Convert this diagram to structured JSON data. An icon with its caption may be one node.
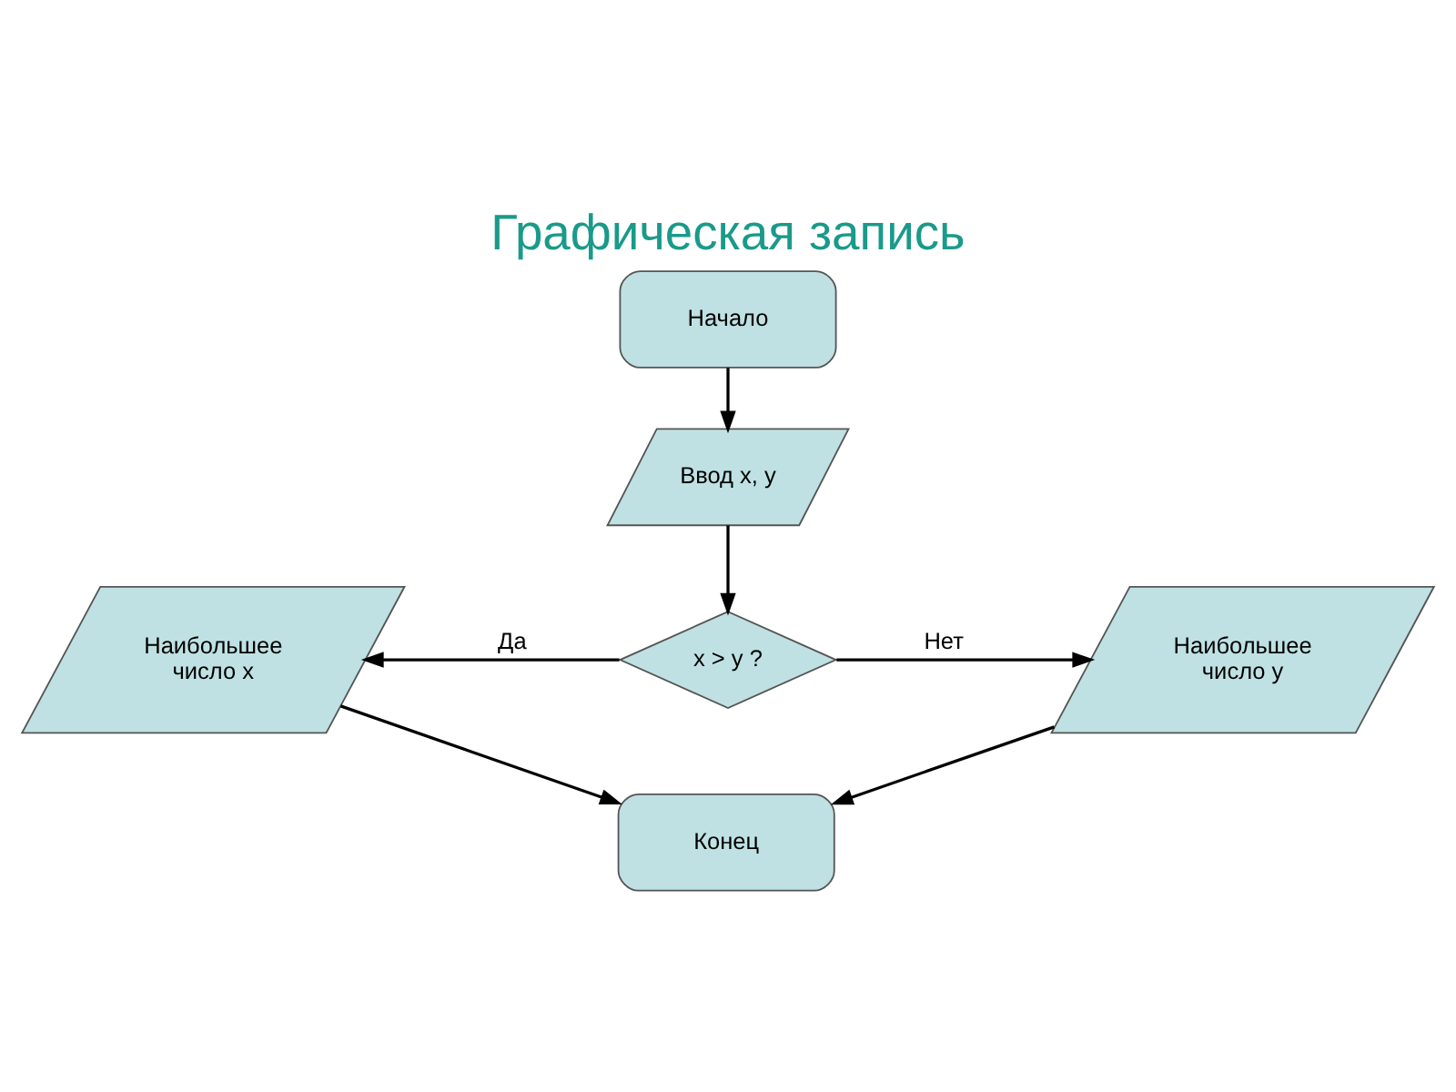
{
  "diagram": {
    "title": "Графическая запись",
    "nodes": [
      {
        "text": [
          "Начало"
        ]
      },
      {
        "text": [
          "Ввод x, y"
        ]
      },
      {
        "text": [
          "x > y ?"
        ]
      },
      {
        "text": [
          "Наибольшее число x"
        ]
      },
      {
        "text": [
          "Наибольшее число y"
        ]
      },
      {
        "text": [
          "Конец"
        ]
      }
    ],
    "edges": [
      {
        "from": 0,
        "to": 1,
        "arrow": "to"
      },
      {
        "from": 1,
        "to": 2,
        "arrow": "to"
      },
      {
        "from": 2,
        "to": 3,
        "arrow": "to",
        "label": "Да"
      },
      {
        "from": 2,
        "to": 4,
        "arrow": "to",
        "label": "Нет"
      },
      {
        "from": 3,
        "to": 5,
        "arrow": "to"
      },
      {
        "from": 4,
        "to": 5,
        "arrow": "to"
      }
    ]
  }
}
